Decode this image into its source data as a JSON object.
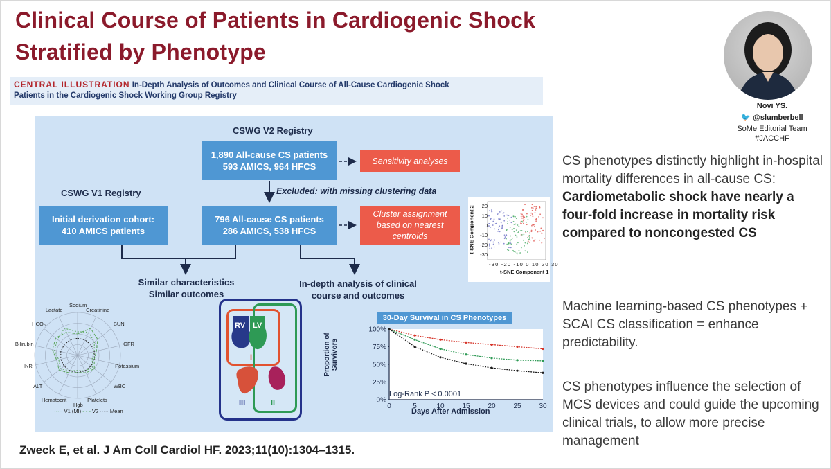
{
  "slide": {
    "title_line1": "Clinical Course of Patients in Cardiogenic Shock",
    "title_line2": "Stratified by Phenotype",
    "citation": "Zweck E, et al. J Am Coll Cardiol HF. 2023;11(10):1304–1315."
  },
  "central_illustration": {
    "tag": "CENTRAL ILLUSTRATION",
    "heading_line1": " In-Depth Analysis of Outcomes and Clinical Course of All-Cause Cardiogenic Shock",
    "heading_line2": "Patients in the Cardiogenic Shock Working Group Registry",
    "v2_label": "CSWG V2 Registry",
    "v1_label": "CSWG V1 Registry",
    "box_allcause_line1": "1,890 All-cause CS patients",
    "box_allcause_line2": "593 AMICS, 964 HFCS",
    "sensitivity": "Sensitivity analyses",
    "excluded": "Excluded: with missing clustering data",
    "box_derivation_line1": "Initial derivation cohort:",
    "box_derivation_line2": "410 AMICS patients",
    "box_796_line1": "796 All-cause CS patients",
    "box_796_line2": "286 AMICS, 538 HFCS",
    "cluster_line1": "Cluster assignment",
    "cluster_line2": "based on nearest",
    "cluster_line3": "centroids",
    "similar_line1": "Similar characteristics",
    "similar_line2": "Similar outcomes",
    "indepth_line1": "In-depth analysis of clinical",
    "indepth_line2": "course and outcomes",
    "tsne": {
      "xlabel": "t-SNE Component 1",
      "ylabel": "t-SNE Component 2",
      "xticks": [
        "-30",
        "-20",
        "-10",
        "0",
        "10",
        "20",
        "30"
      ],
      "yticks": [
        "20",
        "10",
        "0",
        "-10",
        "-20",
        "-30"
      ]
    },
    "radar": {
      "axes": [
        "Sodium",
        "Creatinine",
        "BUN",
        "GFR",
        "Potassium",
        "WBC",
        "Platelets",
        "Hgb",
        "Hematocrit",
        "ALT",
        "INR",
        "Bilirubin",
        "HCO₃",
        "Lactate"
      ],
      "legend": [
        "V1 (MI)",
        "V2",
        "Mean"
      ]
    },
    "organs": {
      "rv": "RV",
      "lv": "LV",
      "i": "I",
      "ii": "II",
      "iii": "III"
    },
    "survival": {
      "title": "30-Day Survival in CS Phenotypes",
      "ylabel_line1": "Proportion of",
      "ylabel_line2": "Survivors",
      "xlabel": "Days After Admission",
      "logrank": "Log-Rank P < 0.0001"
    }
  },
  "profile": {
    "name": "Novi YS.",
    "handle": "@slumberbell",
    "team": "SoMe Editorial Team",
    "hashtag": "#JACCHF",
    "twitter_color": "#1d9bf0"
  },
  "notes": {
    "p1_plain": "CS phenotypes distinctly highlight in-hospital mortality differences in all-cause CS: ",
    "p1_bold": "Cardiometabolic shock have nearly a four-fold increase in mortality risk compared to noncongested CS",
    "p2": "Machine learning-based CS phenotypes + SCAI CS classification = enhance predictability.",
    "p3": "CS phenotypes influence the selection of MCS devices and could guide the upcoming clinical trials, to allow more precise management"
  },
  "chart_data": {
    "type": "line",
    "title": "30-Day Survival in CS Phenotypes",
    "xlabel": "Days After Admission",
    "ylabel": "Proportion of Survivors",
    "x": [
      0,
      5,
      10,
      15,
      20,
      25,
      30
    ],
    "xlim": [
      0,
      30
    ],
    "ylim": [
      0,
      100
    ],
    "yticks": [
      "0%",
      "25%",
      "50%",
      "75%",
      "100%"
    ],
    "series": [
      {
        "values": [
          100,
          91,
          85,
          81,
          78,
          75,
          72
        ],
        "color": "#d6352a"
      },
      {
        "values": [
          100,
          85,
          72,
          64,
          59,
          56,
          55
        ],
        "color": "#2e9a55"
      },
      {
        "values": [
          100,
          75,
          60,
          51,
          45,
          41,
          38
        ],
        "color": "#1b1b1b"
      }
    ],
    "annotation": "Log-Rank P < 0.0001"
  }
}
